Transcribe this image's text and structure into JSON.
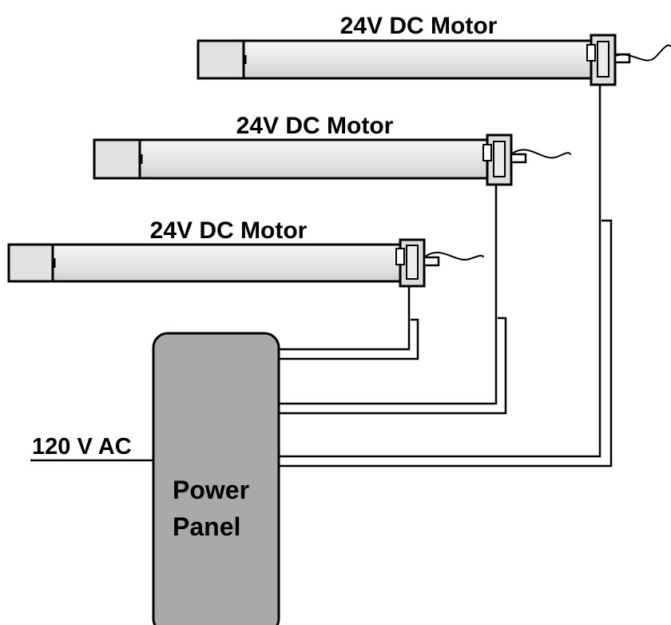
{
  "motors": [
    {
      "label": "24V DC Motor"
    },
    {
      "label": "24V DC Motor"
    },
    {
      "label": "24V DC Motor"
    }
  ],
  "input": {
    "label": "120 V AC"
  },
  "panel": {
    "line1": "Power",
    "line2": "Panel"
  },
  "colors": {
    "tube": "#e9e9e9",
    "end_cap": "#e2e2e2",
    "head": "#dedede",
    "panel": "#a9a9a9",
    "wire": "#000000"
  }
}
